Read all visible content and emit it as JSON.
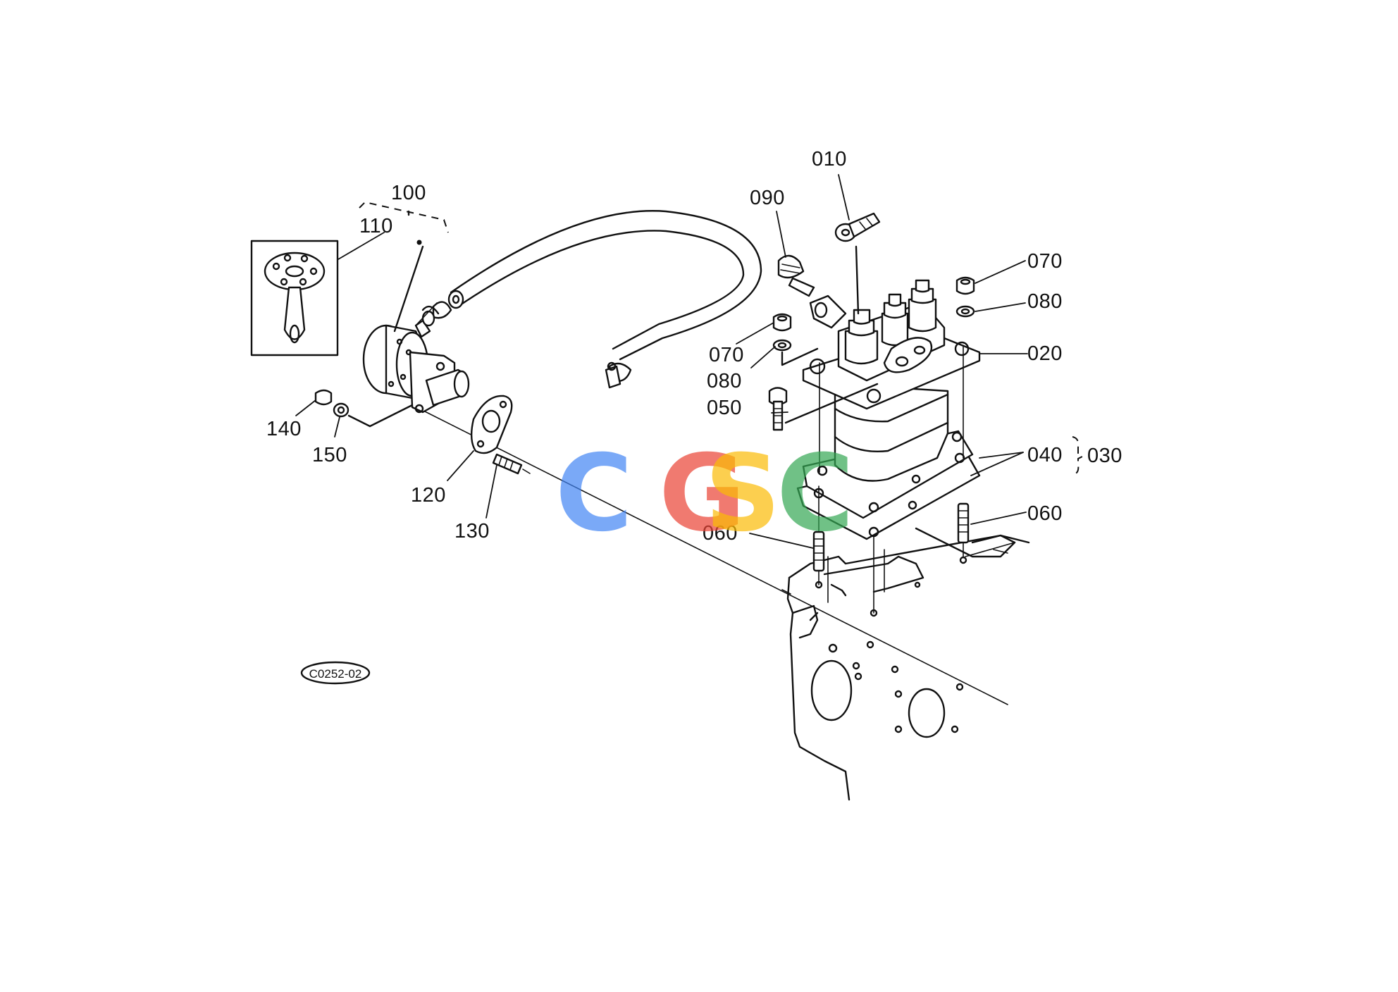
{
  "diagram": {
    "part_labels": {
      "p010": "010",
      "p020": "020",
      "p030": "030",
      "p040": "040",
      "p050": "050",
      "p060a": "060",
      "p060b": "060",
      "p070a": "070",
      "p070b": "070",
      "p080a": "080",
      "p080b": "080",
      "p090": "090",
      "p100": "100",
      "p110": "110",
      "p120": "120",
      "p130": "130",
      "p140": "140",
      "p150": "150"
    },
    "reference_code": "C0252-02"
  },
  "watermark": {
    "letters": [
      "C",
      "G",
      "S",
      "C"
    ],
    "colors": [
      "#4285F4",
      "#EA4335",
      "#FBBC05",
      "#34A853"
    ]
  }
}
